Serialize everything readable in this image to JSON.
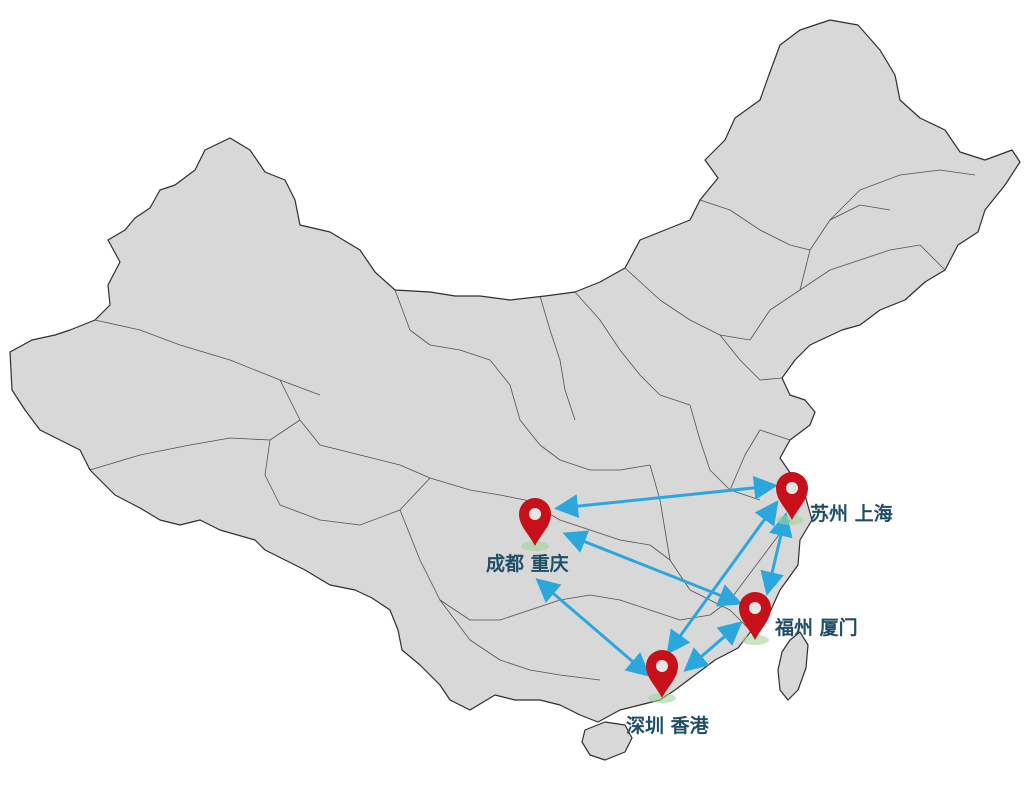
{
  "colors": {
    "land": "#d8d8d8",
    "border": "#2f2f2f",
    "route": "#2aa8de",
    "pin": "#c8101a",
    "pin_hole": "#e6e6e6",
    "label": "#1f4e66",
    "halo": "#9fd69a"
  },
  "locations": [
    {
      "id": "chengdu",
      "label": "成都 重庆"
    },
    {
      "id": "suzhou",
      "label": "苏州 上海"
    },
    {
      "id": "fuzhou",
      "label": "福州 厦门"
    },
    {
      "id": "shenzhen",
      "label": "深圳 香港"
    }
  ],
  "routes": [
    {
      "from": "chengdu",
      "to": "suzhou"
    },
    {
      "from": "chengdu",
      "to": "fuzhou"
    },
    {
      "from": "chengdu",
      "to": "shenzhen"
    },
    {
      "from": "suzhou",
      "to": "fuzhou"
    },
    {
      "from": "suzhou",
      "to": "shenzhen"
    },
    {
      "from": "fuzhou",
      "to": "shenzhen"
    }
  ]
}
